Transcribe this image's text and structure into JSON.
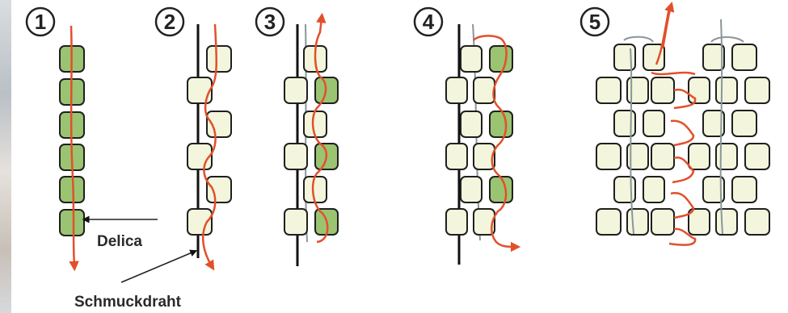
{
  "steps": [
    "1",
    "2",
    "3",
    "4",
    "5"
  ],
  "labels": {
    "delica": "Delica",
    "schmuckdraht": "Schmuckdraht"
  },
  "colors": {
    "bead_green": "#9ac472",
    "bead_cream": "#f3f6dc",
    "bead_stroke": "#1f1f1f",
    "thread_red": "#e2502a",
    "wire_black": "#111111",
    "thread_grey": "#8a9699"
  },
  "icons": {
    "step_marker": "circled-number",
    "callout_arrow": "arrow-pointer"
  }
}
